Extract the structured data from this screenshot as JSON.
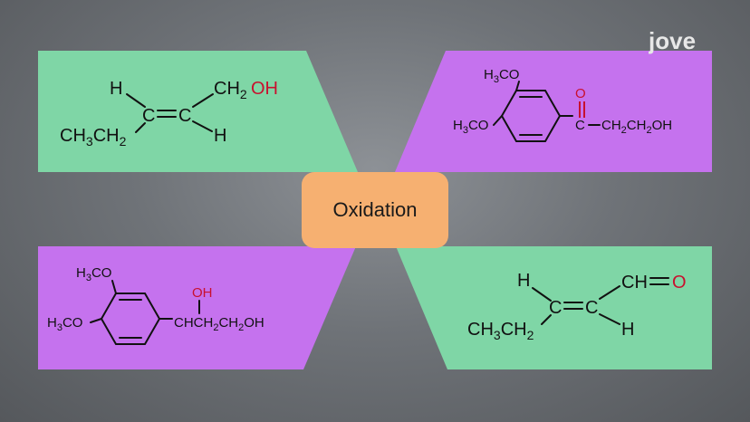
{
  "logo": {
    "text": "jove"
  },
  "center": {
    "label": "Oxidation"
  },
  "colors": {
    "green_panel": "#7fd6a6",
    "purple_panel": "#c572ee",
    "center_box": "#f6b071",
    "heteroatom_red": "#c8102e"
  },
  "molecules": {
    "top_left": {
      "h_top": "H",
      "c1": "C",
      "eq": "=",
      "c2": "C",
      "ch2": "CH",
      "ch2_sub": "2",
      "oh": "OH",
      "ethyl": "CH",
      "ethyl_sub": "3",
      "ethyl2": "CH",
      "ethyl2_sub": "2",
      "h_bottom": "H"
    },
    "top_right": {
      "meo_top": "H",
      "meo_top_sub": "3",
      "meo_top_rest": "CO",
      "meo_left": "H",
      "meo_left_sub": "3",
      "meo_left_rest": "CO",
      "carbonyl_o": "O",
      "carbonyl_c": "C",
      "chain": "CH",
      "chain_sub1": "2",
      "chain_mid": "CH",
      "chain_sub2": "2",
      "chain_end": "OH"
    },
    "bottom_left": {
      "meo_top": "H",
      "meo_top_sub": "3",
      "meo_top_rest": "CO",
      "meo_left": "H",
      "meo_left_sub": "3",
      "meo_left_rest": "CO",
      "hydroxyl": "OH",
      "chain": "CHCH",
      "chain_sub1": "2",
      "chain_mid": "CH",
      "chain_sub2": "2",
      "chain_end": "OH"
    },
    "bottom_right": {
      "h_top": "H",
      "c1": "C",
      "eq": "=",
      "c2": "C",
      "cho": "CH",
      "cho_o": "O",
      "ethyl": "CH",
      "ethyl_sub": "3",
      "ethyl2": "CH",
      "ethyl2_sub": "2",
      "h_bottom": "H"
    }
  }
}
